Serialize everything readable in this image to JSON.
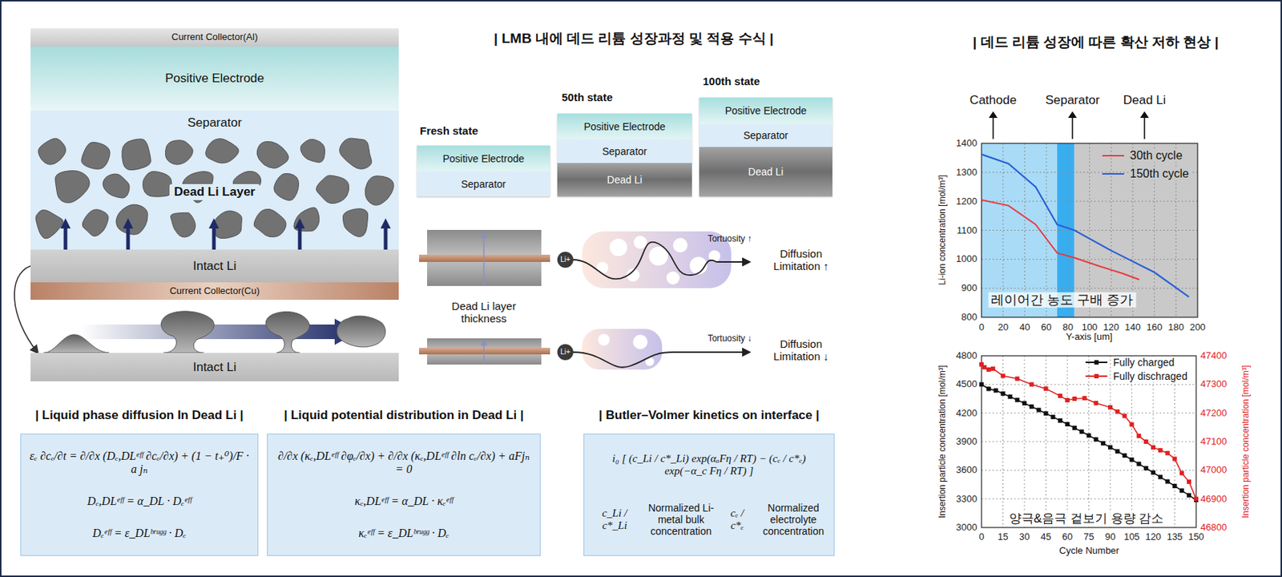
{
  "diagram": {
    "nodes": [
      {
        "text": [
          "Current Collector(Al)"
        ]
      },
      {
        "text": [
          "Positive Electrode"
        ]
      },
      {
        "text": [
          "Separator"
        ]
      },
      {
        "text": [
          "Dead Li Layer"
        ],
        "in": 2
      },
      {
        "text": [
          "Intact Li"
        ]
      },
      {
        "text": [
          "Current Collector(Cu)"
        ]
      },
      {
        "text": [
          "Intact Li"
        ]
      },
      {
        "text": [
          "Positive Electrode"
        ]
      },
      {
        "text": [
          "Separator"
        ]
      },
      {
        "text": [
          "Positive Electrode"
        ]
      },
      {
        "text": [
          "Separator"
        ]
      },
      {
        "text": [
          "Dead Li"
        ]
      },
      {
        "text": [
          "Positive Electrode"
        ]
      },
      {
        "text": [
          "Separator"
        ]
      },
      {
        "text": [
          "Dead Li"
        ]
      },
      {
        "text": [
          "Li+"
        ]
      },
      {
        "text": [
          "Li+"
        ]
      },
      {
        "text": [
          "| Liquid phase diffusion In Dead Li |",
          "εₑ ∂cₑ/∂t = ∂/∂x (Dₑ,DLᵉᶠᶠ ∂cₑ/∂x) + (1 − t₊⁰)/F · a jₙ",
          "Dₑ,DLᵉᶠᶠ = α_DL · Dₑᵉᶠᶠ",
          "Dₑᵉᶠᶠ = ε_DLᵇʳᵘᵍᵍ · Dₑ"
        ]
      },
      {
        "text": [
          "| Liquid potential distribution in Dead Li |",
          "∂/∂x (κₑ,DLᵉᶠᶠ ∂φₑ/∂x) + ∂/∂x (κₑ,DLᵉᶠᶠ ∂ln cₑ/∂x) + aFjₙ = 0",
          "κₑ,DLᵉᶠᶠ = α_DL · κₑᵉᶠᶠ",
          "κₑᵉᶠᶠ = ε_DLᵇʳᵘᵍᵍ · Dₑ"
        ]
      },
      {
        "text": [
          "| Butler–Volmer kinetics on interface |",
          "i₀ [ (c_Li / c*_Li) exp(αₐFη / RT) − (cₑ / c*ₑ) exp(−α_c Fη / RT) ]",
          "c_Li / c*_Li",
          "Normalized Li-metal bulk concentration",
          "cₑ / c*ₑ",
          "Normalized electrolyte concentration"
        ]
      }
    ],
    "edges": [
      {
        "from": 4,
        "to": 6,
        "arrow": "to"
      }
    ],
    "labels": [
      "| LMB 내에 데드 리튬 성장과정 및 적용 수식 |",
      "| 데드 리튬 성장에 따른 확산 저하 현상 |",
      "Fresh state",
      "50th state",
      "100th state",
      "Tortuosity ↑",
      "Diffusion Limitation ↑",
      "Dead Li layer thickness",
      "Tortuosity ↓",
      "Diffusion Limitation ↓",
      "Cathode",
      "Separator",
      "Dead Li",
      "Li-ion concentration [mol/m³]",
      "Y-axis [um]",
      "레이어간 농도 구배 증가",
      "Insertion particle concentration [mol/m³]",
      "Insertion particle concentration [mol/m³]",
      "Cycle Number",
      "양극&음극 겉보기 용량 감소",
      "800",
      "900",
      "1000",
      "1100",
      "1200",
      "1300",
      "1400",
      "0",
      "20",
      "40",
      "60",
      "80",
      "100",
      "120",
      "140",
      "160",
      "180",
      "200",
      "3000",
      "3300",
      "3600",
      "3900",
      "4200",
      "4500",
      "4800",
      "46800",
      "46900",
      "47000",
      "47100",
      "47200",
      "47300",
      "47400",
      "0",
      "15",
      "30",
      "45",
      "60",
      "75",
      "90",
      "105",
      "120",
      "135",
      "150"
    ],
    "legend": [
      {
        "text": "30th cycle"
      },
      {
        "text": "150th cycle"
      },
      {
        "text": "Fully charged"
      },
      {
        "text": "Fully dischraged"
      }
    ]
  }
}
